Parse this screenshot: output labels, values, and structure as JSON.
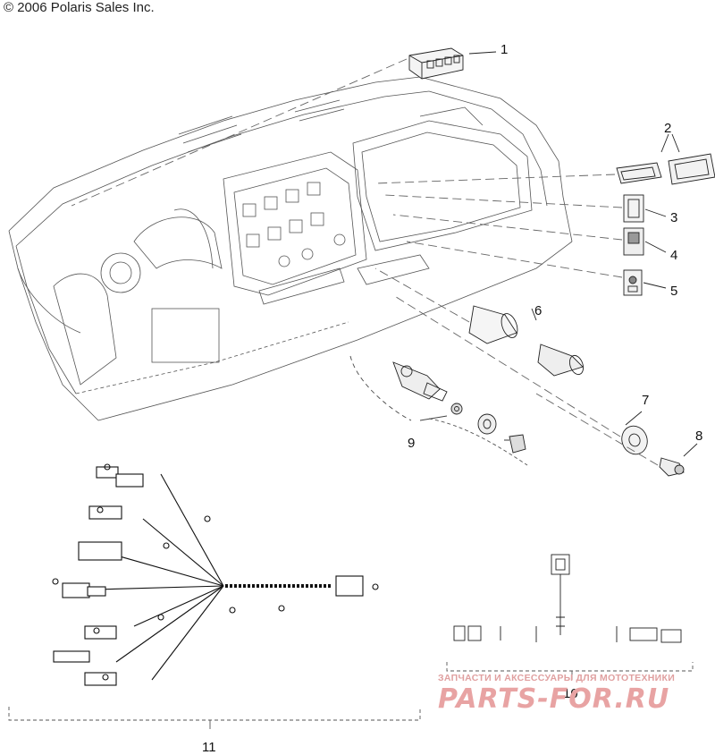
{
  "copyright": "© 2006 Polaris Sales Inc.",
  "callouts": [
    "1",
    "2",
    "3",
    "4",
    "5",
    "6",
    "7",
    "8",
    "9",
    "10",
    "11"
  ],
  "watermark": {
    "line1": "ЗАПЧАСТИ И АКСЕССУАРЫ ДЛЯ МОТОТЕХНИКИ",
    "line2": "PARTS-FOR.RU"
  }
}
